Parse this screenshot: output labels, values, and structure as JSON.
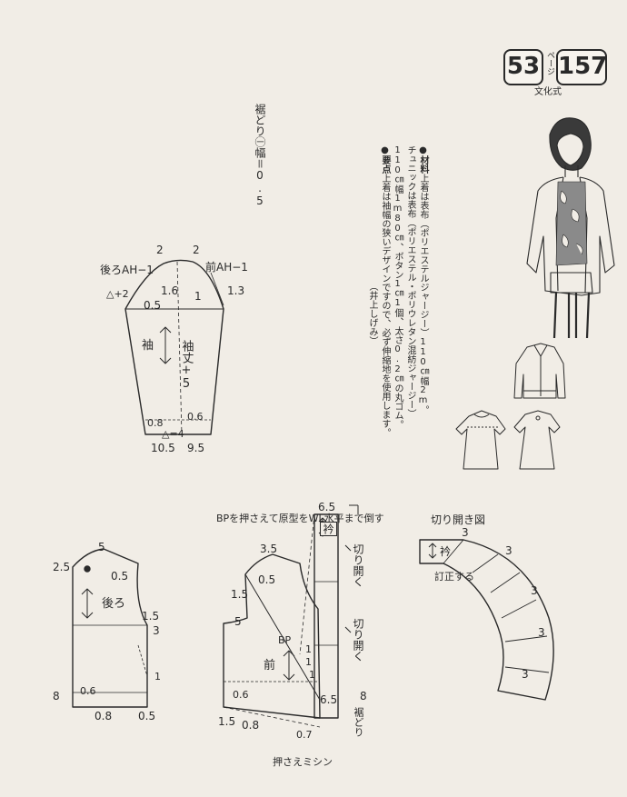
{
  "page_ref": {
    "left": "53",
    "peji": "ページ",
    "right": "157",
    "sub": "文化式"
  },
  "materials": {
    "title": "●材料",
    "line1": "上着は表布（ポリエステルジャージー）110㎝幅2m。",
    "line2": "チュニックは表布（ポリエステル・ポリウレタン混紡ジャージー）110㎝幅1m80㎝、ボタン1㎝1個、太さ0.2㎝の丸ゴム。",
    "point_title": "●要点",
    "point": "上着は袖幅の狭いデザインですので、必ず伸縮地を使用します。",
    "credit": "（井上しげみ）"
  },
  "sleeve": {
    "note": "裾どり㊀幅＝0.5",
    "d_2a": "2",
    "d_2b": "2",
    "back_ah": "後ろAH−1",
    "front_ah": "前AH−1",
    "d_tri": "△+2",
    "d_16": "1.6",
    "d_1": "1",
    "d_13": "1.3",
    "d_05": "0.5",
    "label": "袖",
    "length": "袖丈+5",
    "d_06": "0.6",
    "d_08": "0.8",
    "d_tri4": "△=4",
    "d_105": "10.5",
    "d_95": "9.5"
  },
  "back": {
    "d_5": "5",
    "d_25": "2.5",
    "d_05": "0.5",
    "d_15": "1.5",
    "d_3": "3",
    "d_1": "1",
    "label": "後ろ",
    "d_06": "0.6",
    "d_8": "8",
    "d_08": "0.8",
    "d_05b": "0.5"
  },
  "front": {
    "note": "BPを押さえて原型をWL水平まで倒す",
    "d_35": "3.5",
    "d_05": "0.5",
    "d_15": "1.5",
    "d_5": "5",
    "bp": "BP",
    "d_1a": "1",
    "d_1b": "1",
    "d_1c": "1",
    "label": "前",
    "d_06": "0.6",
    "d_15b": "1.5",
    "d_08": "0.8",
    "d_07": "0.7",
    "topstitch": "押さえミシン",
    "hem": "裾どり",
    "d_8": "8"
  },
  "collar": {
    "d_65": "6.5",
    "d_65b": "6.5",
    "label": "衿",
    "cut_open_1": "切り開く",
    "cut_open_2": "切り開く"
  },
  "slash": {
    "title": "切り開き図",
    "collar": "衿",
    "correct": "訂正する",
    "d_3a": "3",
    "d_3b": "3",
    "d_3c": "3",
    "d_3d": "3",
    "d_3e": "3"
  }
}
